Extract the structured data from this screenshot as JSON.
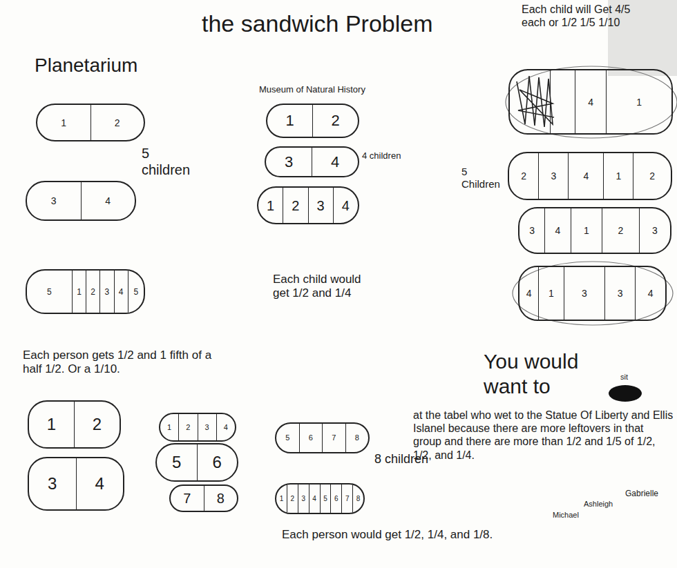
{
  "diagram": {
    "title": "the sandwich Problem",
    "nodes": [
      {
        "text": [
          "1",
          "2"
        ]
      },
      {
        "text": [
          "3",
          "4"
        ]
      },
      {
        "text": [
          "5",
          "1",
          "2",
          "3",
          "4",
          "5"
        ]
      },
      {
        "text": [
          "1",
          "2"
        ]
      },
      {
        "text": [
          "3",
          "4"
        ]
      },
      {
        "text": [
          "1",
          "2",
          "3",
          "4"
        ]
      },
      {
        "text": [
          "4",
          "1"
        ]
      },
      {
        "text": [
          "2",
          "3",
          "4",
          "1",
          "2"
        ]
      },
      {
        "text": [
          "3",
          "4",
          "1",
          "2",
          "3"
        ]
      },
      {
        "text": [
          "4",
          "1",
          "3",
          "3",
          "4"
        ]
      },
      {
        "text": [
          "1",
          "2"
        ]
      },
      {
        "text": [
          "3",
          "4"
        ]
      },
      {
        "text": [
          "1",
          "2",
          "3",
          "4"
        ]
      },
      {
        "text": [
          "5",
          "6",
          "7",
          "8"
        ]
      },
      {
        "text": [
          "5",
          "6"
        ]
      },
      {
        "text": [
          "7",
          "8"
        ]
      },
      {
        "text": [
          "1",
          "2",
          "3",
          "4",
          "5",
          "6",
          "7",
          "8"
        ]
      }
    ],
    "labels": [
      "Planetarium",
      "5 children",
      "Museum of Natural History",
      "4 children",
      "Each child would get 1/2 and 1/4",
      "Each child will Get 4/5 each or 1/2 1/5 1/10",
      "5 Children",
      "Each person gets 1/2 and 1 fifth of a half 1/2. Or a 1/10.",
      "8 children",
      "Each person would get 1/2, 1/4, and 1/8.",
      "You would want to",
      "sit",
      "at the tabel who wet to the Statue Of Liberty and Ellis Islanel because there are more leftovers in that group and there are more than 1/2 and 1/5 of 1/2, 1/2, and 1/4.",
      "Gabrielle",
      "Ashleigh",
      "Michael"
    ]
  }
}
